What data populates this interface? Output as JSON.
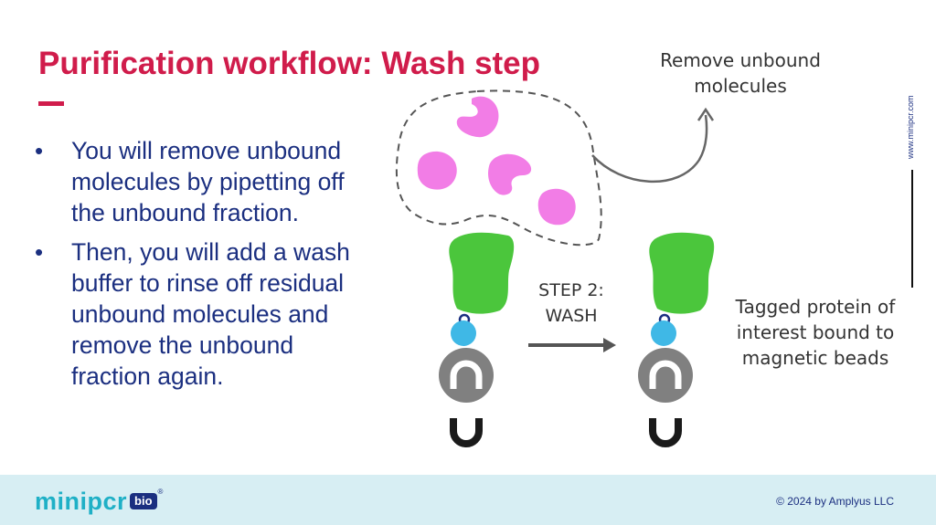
{
  "slide": {
    "title": "Purification workflow: Wash step",
    "bullets": [
      "You will remove unbound molecules by pipetting off the unbound fraction.",
      "Then, you will add a wash buffer to rinse off residual unbound molecules and remove the unbound fraction again."
    ],
    "bullet_symbol": "•"
  },
  "diagram": {
    "remove_label": [
      "Remove unbound",
      "molecules"
    ],
    "step_label": [
      "STEP 2:",
      "WASH"
    ],
    "tagged_label": [
      "Tagged protein of",
      "interest bound to",
      "magnetic beads"
    ],
    "colors": {
      "unbound_molecule": "#f27de6",
      "protein": "#4bc63c",
      "tag": "#3fb8e6",
      "bead": "#808080",
      "magnet": "#1a1a1a",
      "dashed_outline": "#555555"
    },
    "icons": [
      "curved-arrow-icon",
      "right-arrow-icon",
      "magnet-icon"
    ]
  },
  "sidebar": {
    "website": "www.minipcr.com"
  },
  "footer": {
    "logo_text": "minipcr",
    "logo_badge": "bio",
    "logo_reg": "®",
    "copyright": "© 2024 by Amplyus LLC"
  }
}
